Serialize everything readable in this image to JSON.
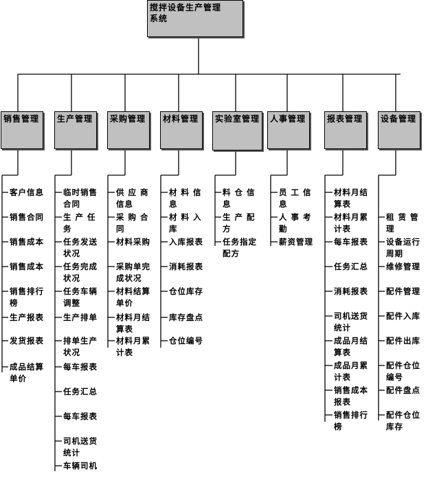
{
  "root": {
    "title": "搅拌设备生产管理系统",
    "lines": [
      "搅拌设备生产管理",
      "系统"
    ]
  },
  "departments": [
    {
      "name": "销售管理",
      "items": [
        "客户信息",
        "销售合同",
        "销售成本",
        "销售成本",
        "销售排行\n榜",
        "生产报表",
        "发货报表",
        "成品结算\n单价"
      ]
    },
    {
      "name": "生产管理",
      "items": [
        "临时销售\n合同",
        "生 产 任\n务",
        "任务发送\n状况",
        "任务完成\n状况",
        "任务车辆\n调整",
        "生产排单",
        "排单生产\n状况",
        "每车报表",
        "任务汇总",
        "每车报表",
        "司机送货\n统计",
        "车辆司机"
      ]
    },
    {
      "name": "采购管理",
      "items": [
        "供 应 商\n信息",
        "采 购 合\n同",
        "材料采购",
        "采购单完\n成状况",
        "材料结算\n单价",
        "材料月结\n算表",
        "材料月累\n计表"
      ]
    },
    {
      "name": "材料管理",
      "items": [
        "材 料 信\n息",
        "材 料 入\n库",
        "入库报表",
        "消耗报表",
        "仓位库存",
        "库存盘点",
        "仓位编号"
      ]
    },
    {
      "name": "实验室管理",
      "items": [
        "料 仓 信\n息",
        "生 产 配\n方",
        "任务指定\n配方"
      ]
    },
    {
      "name": "人事管理",
      "items": [
        "员 工 信\n息",
        "人 事 考\n勤",
        "薪资管理"
      ]
    },
    {
      "name": "报表管理",
      "items": [
        "材料月结\n算表",
        "材料月累\n计表",
        "每车报表",
        "任务汇总",
        "消耗报表",
        "司机送货\n统计",
        "成品月结\n算表",
        "成品月累\n计表",
        "销售成本\n报表",
        "销售排行\n榜"
      ]
    },
    {
      "name": "设备管理",
      "items": [
        "租 赁 管\n理",
        "设备运行\n周期",
        "维修管理",
        "配件管理",
        "配件入库",
        "配件出库",
        "配件仓位\n编号",
        "配件盘点",
        "配件仓位\n库存"
      ]
    }
  ]
}
